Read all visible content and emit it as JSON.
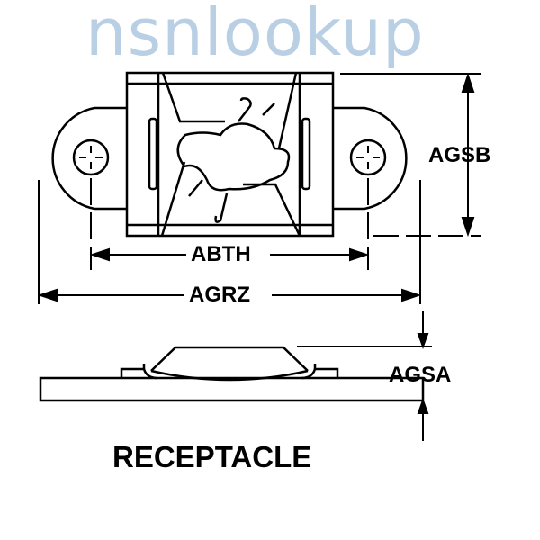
{
  "watermark": "nsnlookup",
  "dimensions": {
    "agsb": "AGSB",
    "abth": "ABTH",
    "agrz": "AGRZ",
    "agsa": "AGSA"
  },
  "caption": "RECEPTACLE"
}
